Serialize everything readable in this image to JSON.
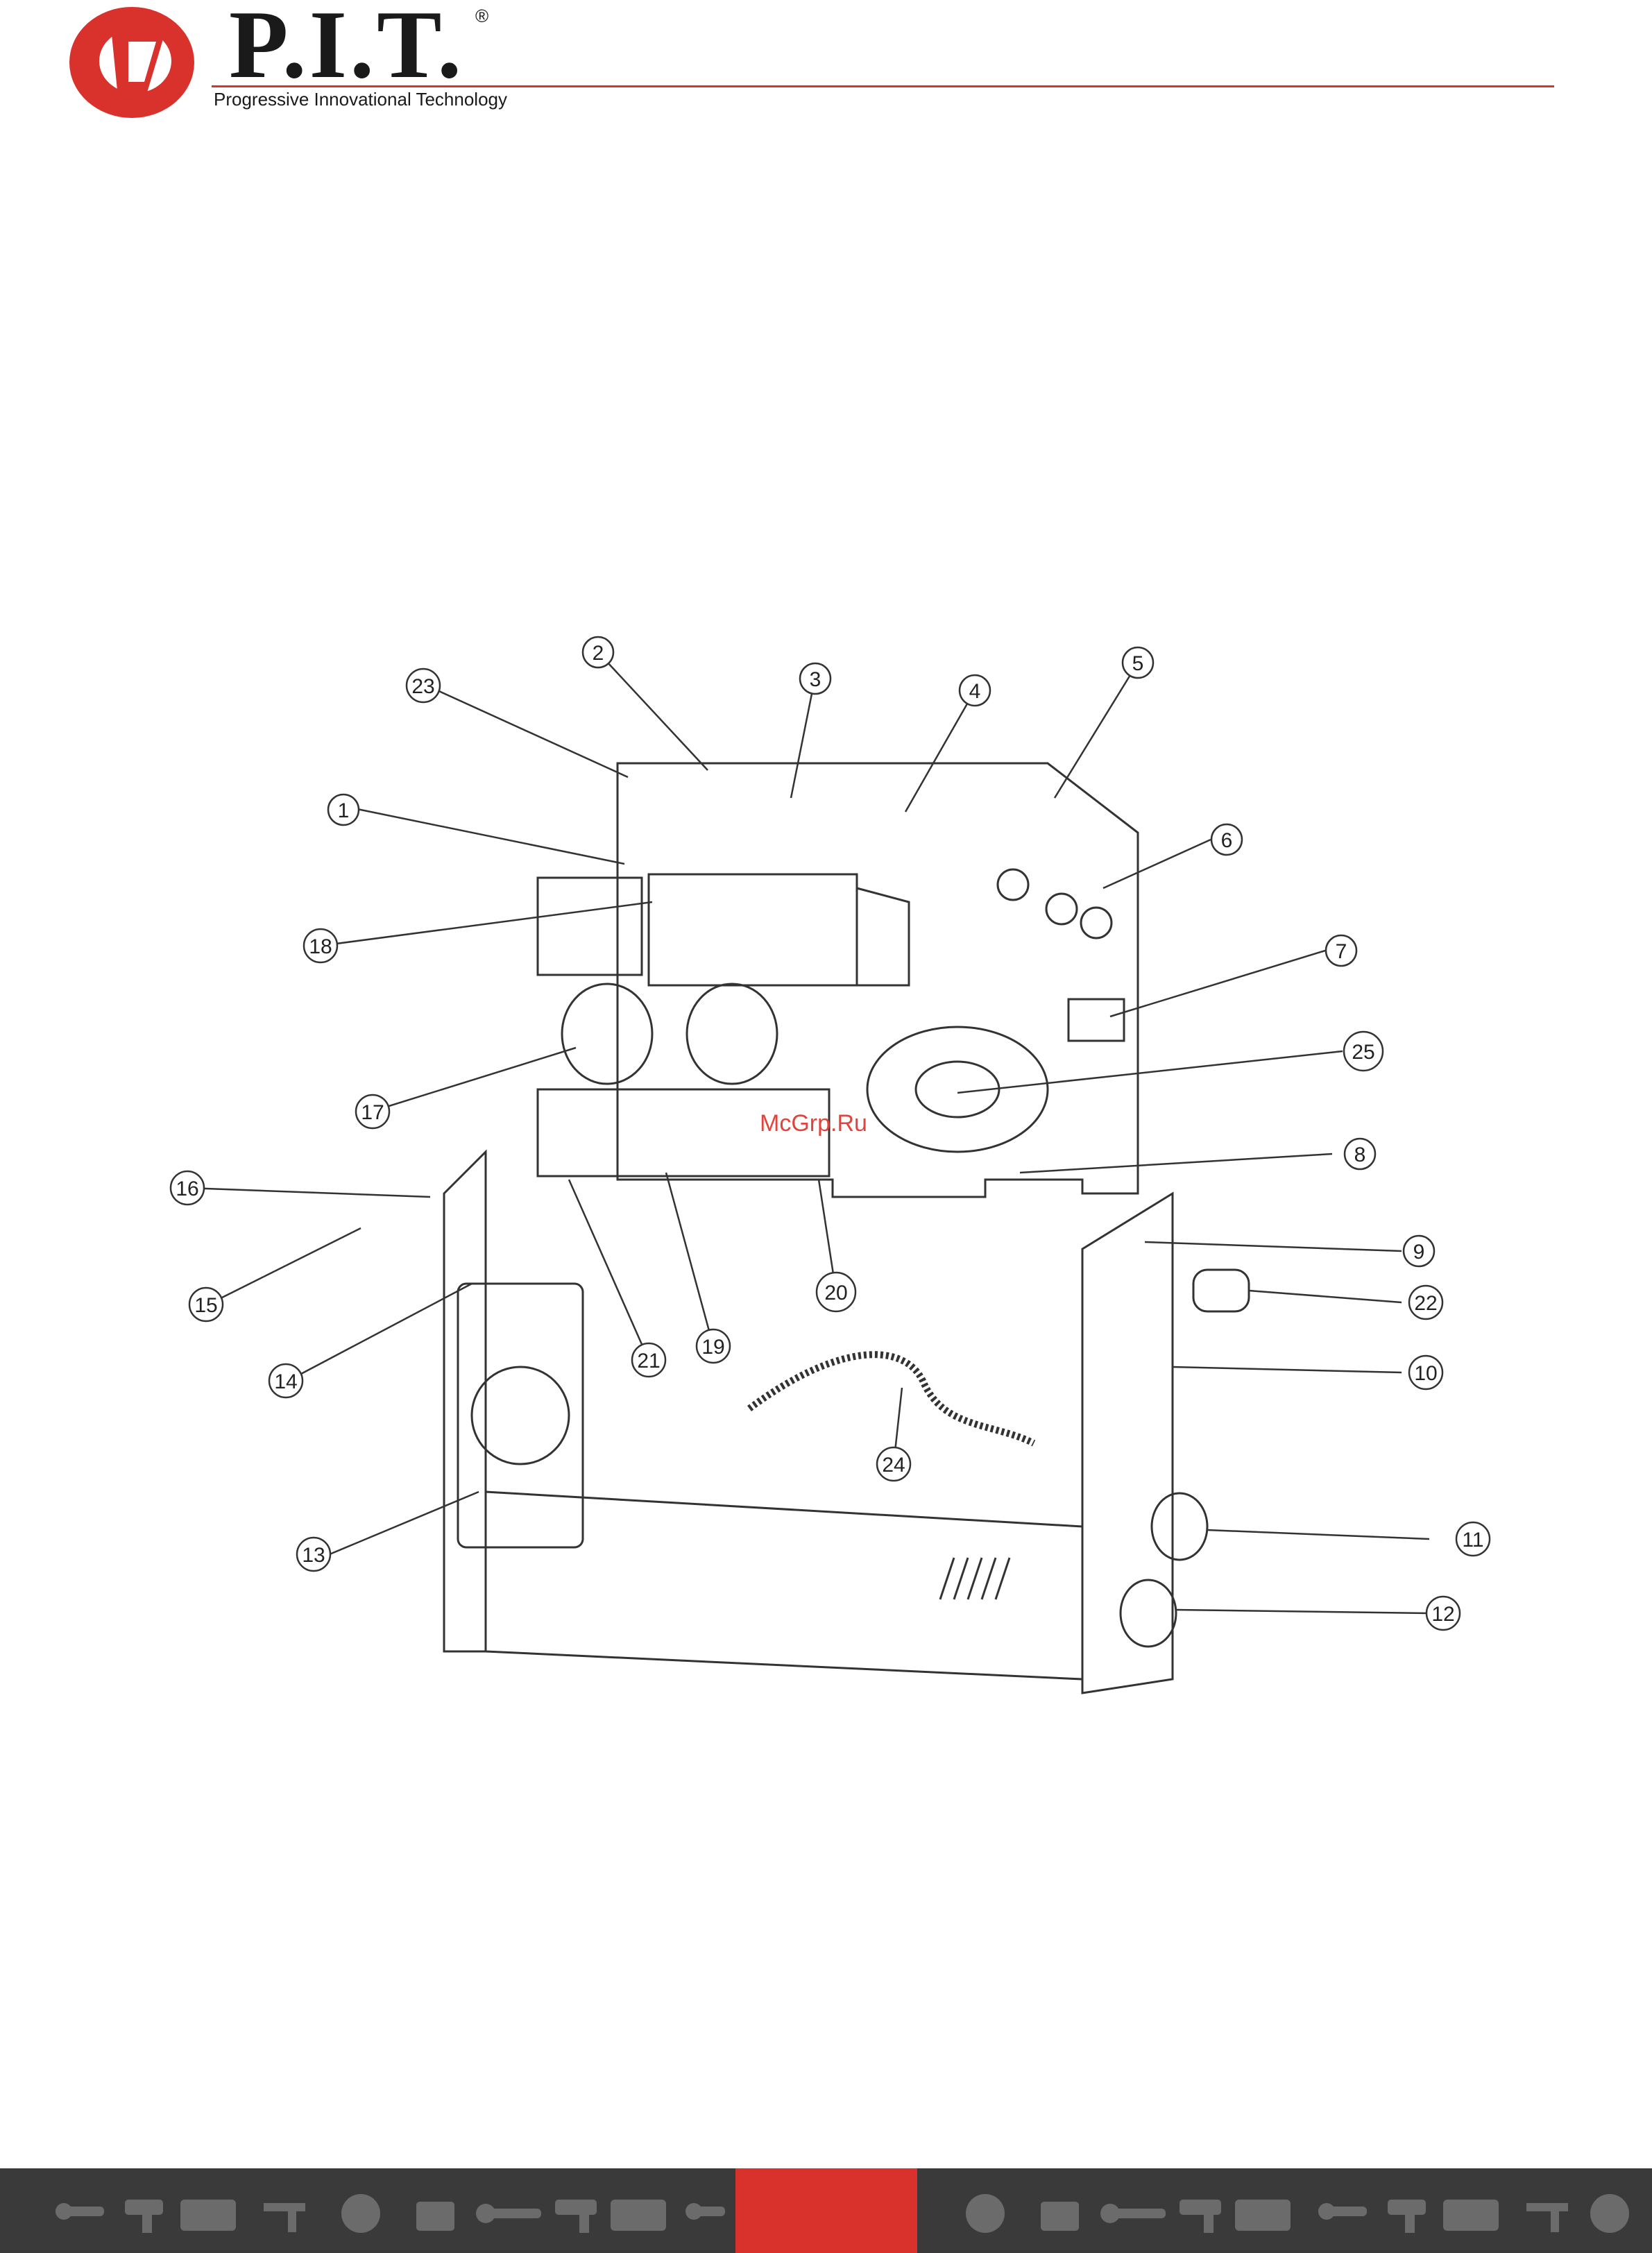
{
  "brand": {
    "name": "P.I.T.",
    "registered": "®",
    "tagline": "Progressive Innovational Technology",
    "accent_color": "#d9312b"
  },
  "diagram": {
    "callouts": [
      "1",
      "2",
      "3",
      "4",
      "5",
      "6",
      "7",
      "8",
      "9",
      "10",
      "11",
      "12",
      "13",
      "14",
      "15",
      "16",
      "17",
      "18",
      "19",
      "20",
      "21",
      "22",
      "23",
      "24",
      "25"
    ]
  },
  "watermark": "McGrp.Ru",
  "footer": {
    "background_color": "#3a3a3a",
    "icons": [
      "grinder-icon",
      "drill-icon",
      "generator-icon",
      "welder-icon",
      "mixer-icon",
      "toolbox-icon",
      "saw-icon",
      "drill-icon",
      "generator-icon",
      "grinder-icon",
      "mixer-icon",
      "toolbox-icon",
      "saw-icon",
      "drill-icon",
      "generator-icon"
    ]
  }
}
